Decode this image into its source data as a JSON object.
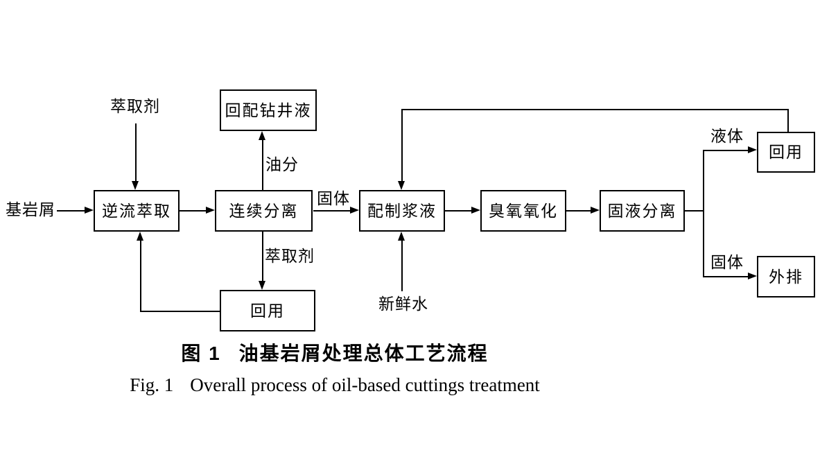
{
  "figure": {
    "boxes": {
      "recycle_drilling_fluid": "回配钻井液",
      "countercurrent_extraction": "逆流萃取",
      "continuous_separation": "连续分离",
      "reuse_left": "回用",
      "slurry_preparation": "配制浆液",
      "ozone_oxidation": "臭氧氧化",
      "solid_liquid_separation": "固液分离",
      "reuse_right": "回用",
      "discharge": "外排"
    },
    "stream_labels": {
      "extractant_in": "萃取剂",
      "base_cuttings": "基岩屑",
      "oil_fraction": "油分",
      "solid_mid": "固体",
      "extractant_recycle": "萃取剂",
      "fresh_water": "新鲜水",
      "liquid_out": "液体",
      "solid_out": "固体"
    },
    "caption": {
      "zh_prefix": "图 1",
      "zh_title": "油基岩屑处理总体工艺流程",
      "en_prefix": "Fig. 1",
      "en_title": "Overall process of oil-based cuttings treatment"
    },
    "colors": {
      "ink": "#000000",
      "background": "#ffffff"
    }
  }
}
